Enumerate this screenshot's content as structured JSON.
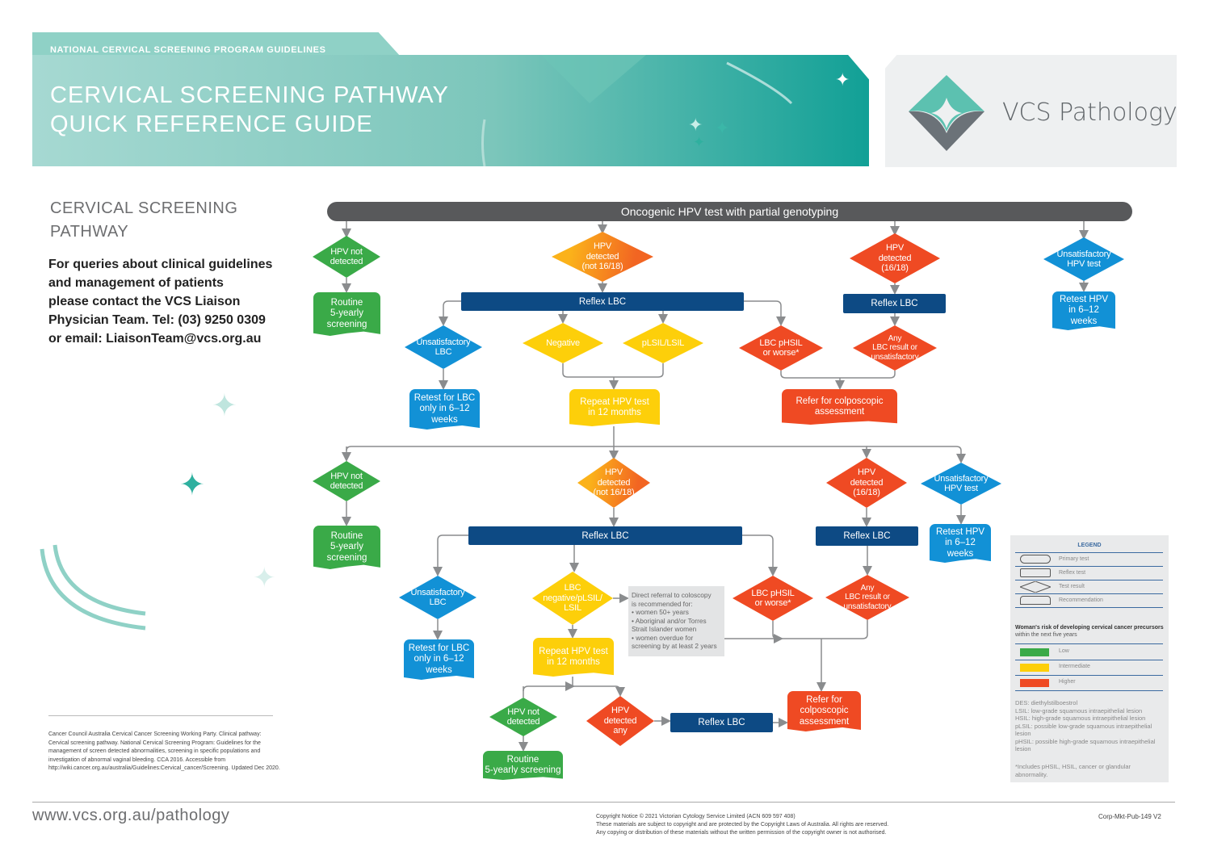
{
  "header": {
    "program": "NATIONAL CERVICAL SCREENING PROGRAM GUIDELINES",
    "title": "CERVICAL SCREENING PATHWAY\nQUICK REFERENCE GUIDE",
    "logo": "VCS Pathology"
  },
  "sidebar": {
    "heading": "CERVICAL SCREENING\nPATHWAY",
    "query": "For queries about clinical guidelines\nand management of patients\nplease contact the VCS Liaison\nPhysician Team. Tel: (03) 9250 0309\nor email: LiaisonTeam@vcs.org.au",
    "reference": "Cancer Council Australia Cervical Cancer Screening Working Party. Clinical pathway: Cervical screening pathway. National Cervical Screening Program: Guidelines for the management of screen detected abnormalities, screening in specific populations and investigation of abnormal vaginal bleeding. CCA 2016. Accessible from http://wiki.cancer.org.au/australia/Guidelines:Cervical_cancer/Screening. Updated Dec 2020."
  },
  "colors": {
    "low": "#3aaa48",
    "intermediate": "#fdcf0a",
    "higher": "#ef4a23",
    "info": "#1291d6",
    "reflex": "#0d4a84",
    "primary": "#58595b",
    "teal": "#11a096"
  },
  "flow": {
    "primary": "Oncogenic HPV test with partial genotyping",
    "r1": {
      "not_detected": "HPV not\ndetected",
      "detected_other": "HPV\ndetected\n(not 16/18)",
      "detected_1618": "HPV\ndetected\n(16/18)",
      "unsat_hpv": "Unsatisfactory\nHPV test",
      "routine": "Routine\n5-yearly\nscreening",
      "reflex": "Reflex LBC",
      "reflex2": "Reflex LBC",
      "retest_hpv": "Retest HPV\nin 6–12\nweeks"
    },
    "r2": {
      "unsat_lbc": "Unsatisfactory\nLBC",
      "negative": "Negative",
      "plsil": "pLSIL/LSIL",
      "phsil": "LBC pHSIL\nor worse*",
      "any": "Any\nLBC result or\nunsatisfactory",
      "retest_lbc": "Retest for LBC\nonly in 6–12\nweeks",
      "repeat": "Repeat HPV test\nin 12 months",
      "refer": "Refer for colposcopic\nassessment"
    },
    "r3": {
      "not_detected": "HPV not\ndetected",
      "detected_other": "HPV\ndetected\n(not 16/18)",
      "detected_1618": "HPV\ndetected\n(16/18)",
      "unsat_hpv": "Unsatisfactory\nHPV test",
      "routine": "Routine\n5-yearly\nscreening",
      "reflex": "Reflex LBC",
      "reflex2": "Reflex LBC",
      "retest_hpv": "Retest HPV\nin 6–12\nweeks"
    },
    "r4": {
      "unsat_lbc": "Unsatisfactory\nLBC",
      "lbc_neg": "LBC\nnegative/pLSIL/\nLSIL",
      "phsil": "LBC pHSIL\nor worse*",
      "any": "Any\nLBC result or\nunsatisfactory",
      "retest_lbc": "Retest for LBC\nonly in 6–12\nweeks",
      "repeat": "Repeat HPV test\nin 12 months",
      "refer": "Refer for\ncolposcopic\nassessment",
      "direct_referral": "Direct referral to coloscopy\nis recommended for:\n• women 50+ years\n• Aboriginal and/or Torres\n   Strait Islander women\n• women overdue for\n   screening by at least 2 years"
    },
    "r5": {
      "not_detected": "HPV not\ndetected",
      "detected_any": "HPV\ndetected\nany",
      "reflex": "Reflex LBC",
      "routine": "Routine\n5-yearly screening"
    }
  },
  "legend": {
    "title": "LEGEND",
    "shapes": [
      "Primary test",
      "Reflex test",
      "Test result",
      "Recommendation"
    ],
    "risk_title": "Woman's risk of developing cervical cancer precursors",
    "risk_sub": "within the next five years",
    "risks": [
      "Low",
      "Intermediate",
      "Higher"
    ],
    "abbrev": "DES: diethylstilboestrol\nLSIL: low-grade squamous intraepithelial lesion\nHSIL: high-grade squamous intraepithelial lesion\npLSIL: possible low-grade squamous intraepithelial lesion\npHSIL: possible high-grade squamous intraepithelial lesion",
    "note": "*Includes pHSIL, HSIL, cancer or glandular abnormality."
  },
  "footer": {
    "url": "www.vcs.org.au/pathology",
    "copyright": "Copyright Notice © 2021 Victorian Cytology Service Limited (ACN 609 597 408)\nThese materials are subject to copyright and are protected by the Copyright Laws of Australia. All rights are reserved.\nAny copying or distribution of these materials without the written permission of the copyright owner is not authorised.",
    "code": "Corp-Mkt-Pub-149 V2"
  }
}
